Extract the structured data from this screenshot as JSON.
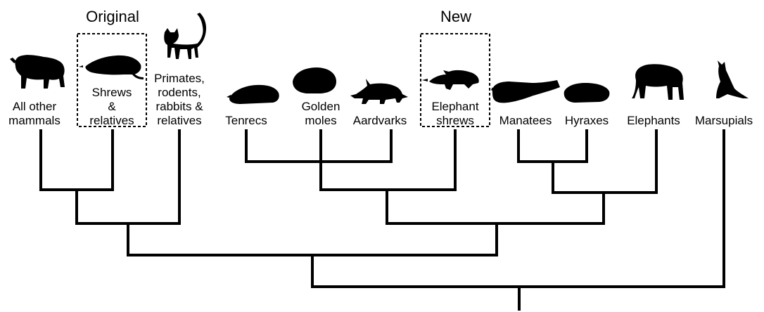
{
  "headers": {
    "original": "Original",
    "new": "New"
  },
  "taxa": [
    {
      "id": "all-other-mammals",
      "lines": [
        "All other",
        "mammals"
      ],
      "icon": "bison-icon"
    },
    {
      "id": "shrews-relatives",
      "lines": [
        "Shrews",
        "&",
        "relatives"
      ],
      "icon": "shrew-icon"
    },
    {
      "id": "primates-rodents",
      "lines": [
        "Primates,",
        "rodents,",
        "rabbits &",
        "relatives"
      ],
      "icon": "cat-icon"
    },
    {
      "id": "tenrecs",
      "lines": [
        "Tenrecs"
      ],
      "icon": "tenrec-icon"
    },
    {
      "id": "golden-moles",
      "lines": [
        "Golden",
        "moles"
      ],
      "icon": "golden-mole-icon"
    },
    {
      "id": "aardvarks",
      "lines": [
        "Aardvarks"
      ],
      "icon": "aardvark-icon"
    },
    {
      "id": "elephant-shrews",
      "lines": [
        "Elephant",
        "shrews"
      ],
      "icon": "elephant-shrew-icon"
    },
    {
      "id": "manatees",
      "lines": [
        "Manatees"
      ],
      "icon": "manatee-icon"
    },
    {
      "id": "hyraxes",
      "lines": [
        "Hyraxes"
      ],
      "icon": "hyrax-icon"
    },
    {
      "id": "elephants",
      "lines": [
        "Elephants"
      ],
      "icon": "elephant-icon"
    },
    {
      "id": "marsupials",
      "lines": [
        "Marsupials"
      ],
      "icon": "kangaroo-icon"
    }
  ]
}
